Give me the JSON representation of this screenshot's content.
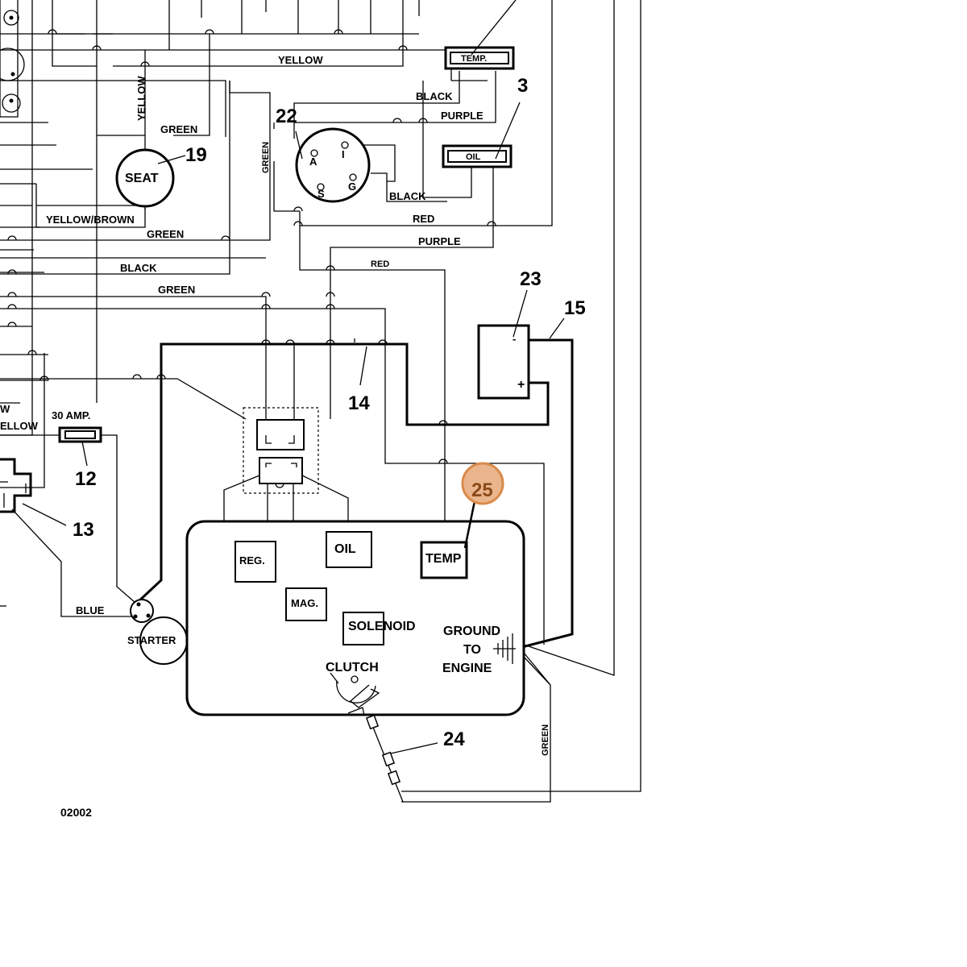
{
  "callouts": {
    "n3": "3",
    "n12": "12",
    "n13": "13",
    "n14": "14",
    "n15": "15",
    "n19": "19",
    "n22": "22",
    "n23": "23",
    "n24": "24",
    "n25": "25"
  },
  "components": {
    "seat": "SEAT",
    "temp_gauge": "TEMP.",
    "oil_gauge": "OIL",
    "fuse": "30 AMP.",
    "starter": "STARTER",
    "reg": "REG.",
    "oil": "OIL",
    "temp": "TEMP",
    "mag": "MAG.",
    "solenoid": "SOLENOID",
    "clutch": "CLUTCH",
    "ground_line1": "GROUND",
    "ground_line2": "TO",
    "ground_line3": "ENGINE",
    "key_a": "A",
    "key_i": "I",
    "key_s": "S",
    "key_g": "G",
    "batt_neg": "-",
    "batt_pos": "+"
  },
  "wire_labels": {
    "yellow_top": "YELLOW",
    "yellow_vertical": "YELLOW",
    "green_seat": "GREEN",
    "green_key_vertical": "GREEN",
    "black_temp": "BLACK",
    "purple_temp": "PURPLE",
    "black_key": "BLACK",
    "red_1": "RED",
    "purple_2": "PURPLE",
    "red_2": "RED",
    "yellow_brown": "YELLOW/BROWN",
    "green_2": "GREEN",
    "black_2": "BLACK",
    "green_3": "GREEN",
    "w_partial": "W",
    "yellow_partial": "ELLOW",
    "blue": "BLUE",
    "green_bottom_vertical": "GREEN"
  },
  "figure_code": "02002",
  "colors": {
    "highlight_fill": "#eab58c",
    "highlight_stroke": "#d98a4a",
    "highlight_text": "#8a4a1a"
  }
}
